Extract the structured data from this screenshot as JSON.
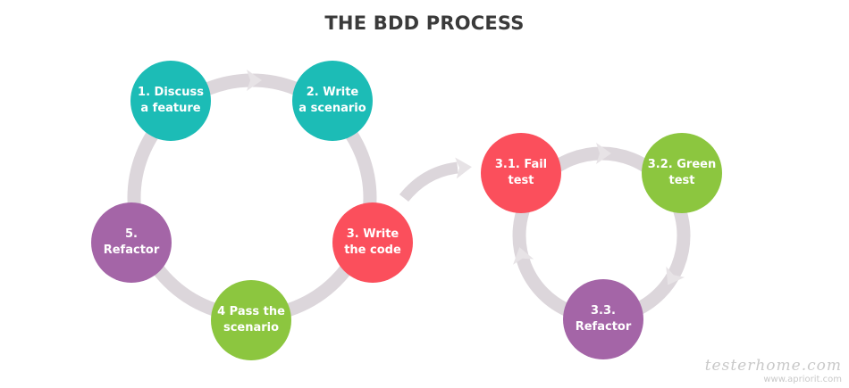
{
  "title": "THE BDD PROCESS",
  "colors": {
    "ring": "#dcd6db",
    "arrow": "#e7e3e6",
    "teal": "#1cbcb6",
    "red": "#fb4f5c",
    "green": "#8cc63f",
    "purple": "#a465a7"
  },
  "outer_cycle": [
    {
      "label": "1. Discuss\na feature",
      "color": "#1cbcb6"
    },
    {
      "label": "2. Write\na scenario",
      "color": "#1cbcb6"
    },
    {
      "label": "3. Write\nthe code",
      "color": "#fb4f5c"
    },
    {
      "label": "4 Pass the\nscenario",
      "color": "#8cc63f"
    },
    {
      "label": "5. Refactor",
      "color": "#a465a7"
    }
  ],
  "inner_cycle": [
    {
      "label": "3.1. Fail test",
      "color": "#fb4f5c"
    },
    {
      "label": "3.2. Green\ntest",
      "color": "#8cc63f"
    },
    {
      "label": "3.3. Refactor",
      "color": "#a465a7"
    }
  ],
  "watermark": {
    "line1": "testerhome.com",
    "line2": "www.apriorit.com"
  }
}
